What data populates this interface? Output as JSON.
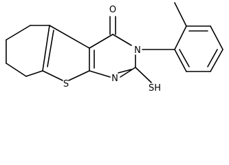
{
  "structure": {
    "atoms": {
      "oxygen": "O",
      "nitrogen_ring": "N",
      "nitrogen_lower": "N",
      "sulfur_ring": "S",
      "thiol": "SH"
    }
  }
}
